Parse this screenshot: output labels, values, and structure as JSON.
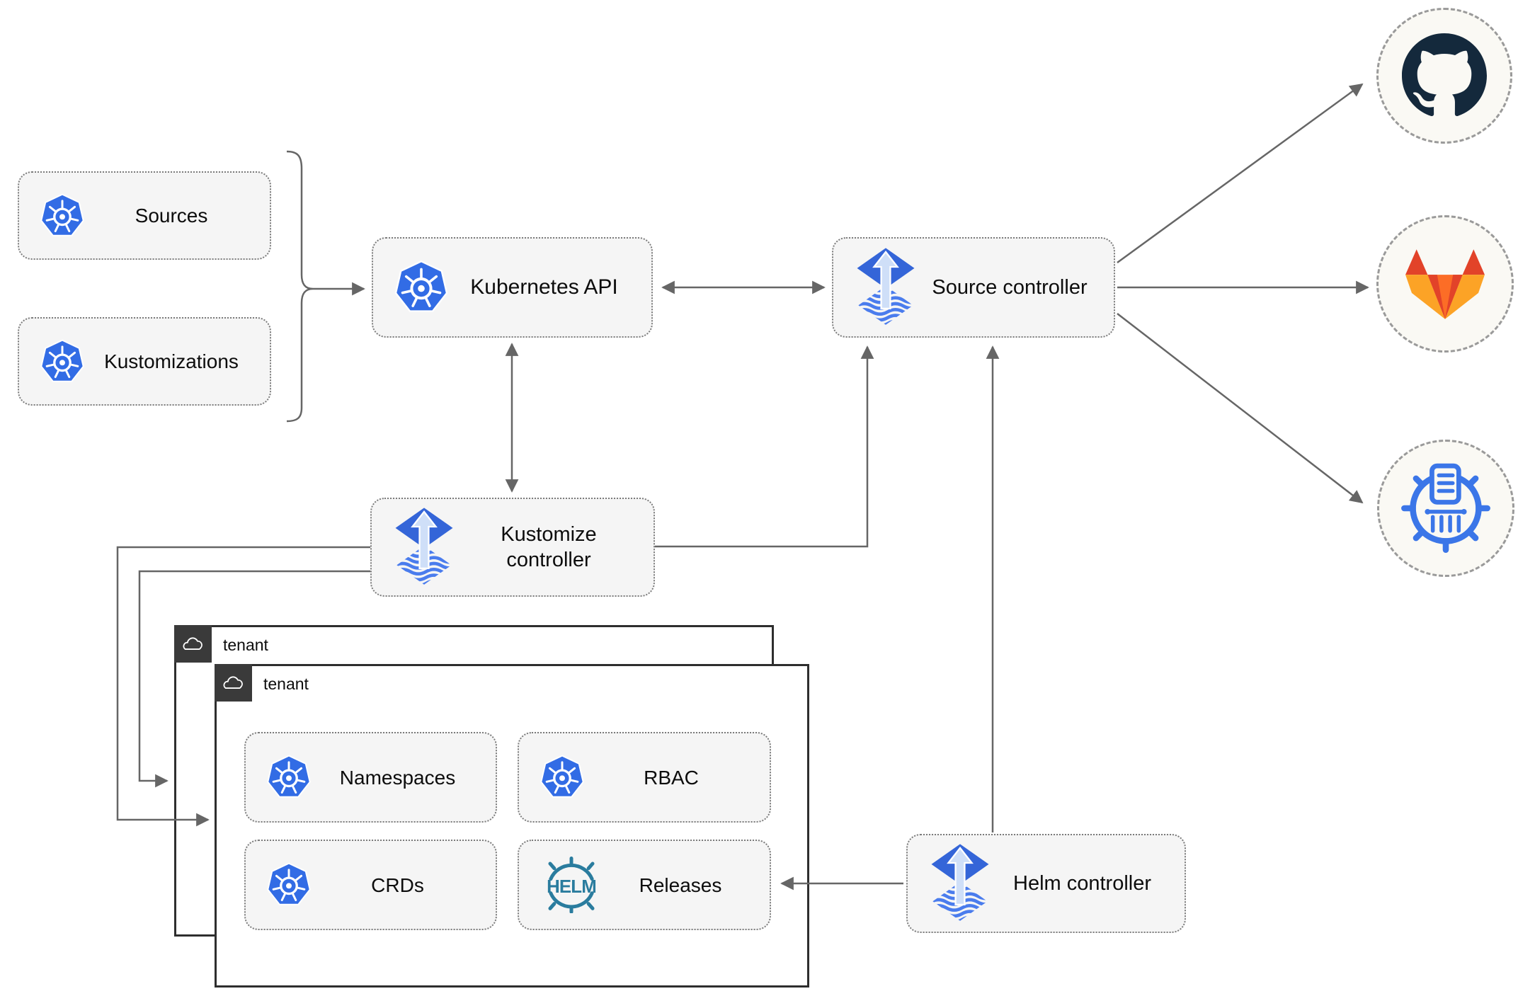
{
  "diagram": {
    "kind": "flux-gitops-architecture",
    "nodes": {
      "sources": {
        "label": "Sources",
        "icon": "kubernetes-icon"
      },
      "kustomizations": {
        "label": "Kustomizations",
        "icon": "kubernetes-icon"
      },
      "kubernetes_api": {
        "label": "Kubernetes API",
        "icon": "kubernetes-icon"
      },
      "source_controller": {
        "label": "Source controller",
        "icon": "flux-icon"
      },
      "kustomize_controller": {
        "label": "Kustomize controller",
        "icon": "flux-icon"
      },
      "helm_controller": {
        "label": "Helm controller",
        "icon": "flux-icon"
      },
      "tenant_back": {
        "label": "tenant",
        "icon": "cloud-icon"
      },
      "tenant_front": {
        "label": "tenant",
        "icon": "cloud-icon"
      },
      "namespaces": {
        "label": "Namespaces",
        "icon": "kubernetes-icon"
      },
      "rbac": {
        "label": "RBAC",
        "icon": "kubernetes-icon"
      },
      "crds": {
        "label": "CRDs",
        "icon": "kubernetes-icon"
      },
      "releases": {
        "label": "Releases",
        "icon": "helm-icon"
      },
      "github": {
        "icon": "github-icon"
      },
      "gitlab": {
        "icon": "gitlab-icon"
      },
      "chartmuseum": {
        "icon": "chartmuseum-icon"
      }
    },
    "edges": [
      {
        "from": "sources+kustomizations",
        "to": "kubernetes_api",
        "arrows": "end",
        "via": "curly-brace"
      },
      {
        "from": "kubernetes_api",
        "to": "source_controller",
        "arrows": "both"
      },
      {
        "from": "kubernetes_api",
        "to": "kustomize_controller",
        "arrows": "both"
      },
      {
        "from": "kustomize_controller",
        "to": "source_controller",
        "arrows": "end"
      },
      {
        "from": "helm_controller",
        "to": "source_controller",
        "arrows": "end"
      },
      {
        "from": "helm_controller",
        "to": "releases",
        "arrows": "end"
      },
      {
        "from": "kustomize_controller",
        "to": "tenant_front",
        "arrows": "end"
      },
      {
        "from": "kustomize_controller",
        "to": "tenant_back",
        "arrows": "end"
      },
      {
        "from": "source_controller",
        "to": "github",
        "arrows": "end"
      },
      {
        "from": "source_controller",
        "to": "gitlab",
        "arrows": "end"
      },
      {
        "from": "source_controller",
        "to": "chartmuseum",
        "arrows": "end"
      }
    ],
    "colors": {
      "kubernetes_blue": "#326ce5",
      "flux_blue": "#3465d8",
      "flux_light": "#cfdff8",
      "helm_teal": "#2a7c9e",
      "github_dark": "#14293c",
      "gitlab_red": "#e24329",
      "gitlab_orange": "#fc6d26",
      "gitlab_amber": "#fca326",
      "chartmuseum_blue": "#3b76e8",
      "connector_gray": "#666666",
      "node_fill": "#f5f5f5",
      "tenant_header": "#3a3a3a",
      "circle_fill": "#faf9f4"
    }
  }
}
